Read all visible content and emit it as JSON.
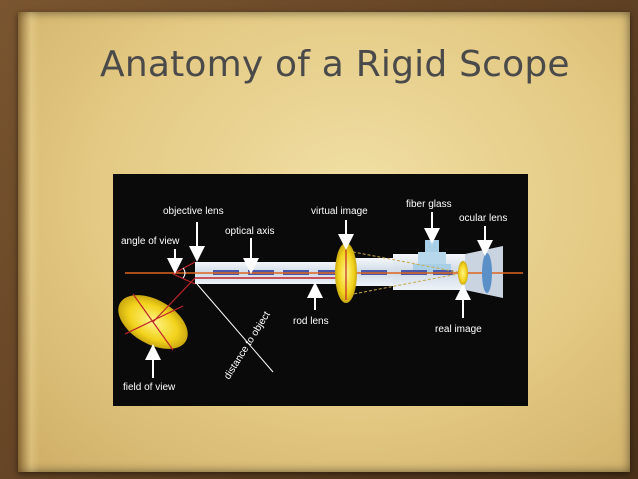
{
  "slide": {
    "title": "Anatomy of a Rigid Scope"
  },
  "diagram": {
    "labels": {
      "objective_lens": "objective lens",
      "angle_of_view": "angle of view",
      "optical_axis": "optical axis",
      "virtual_image": "virtual image",
      "fiber_glass": "fiber glass",
      "ocular_lens": "ocular lens",
      "rod_lens": "rod lens",
      "real_image": "real image",
      "distance_to_object": "distance to object",
      "field_of_view": "field of view"
    },
    "colors": {
      "background": "#0a0a0a",
      "scope_body": "#dde6f0",
      "fiber": "#a9cfe6",
      "rod": "#4b57a8",
      "lens_yellow": "#f2d21b",
      "ray_orange": "#e0651e",
      "ray_red": "#c0242a"
    }
  }
}
